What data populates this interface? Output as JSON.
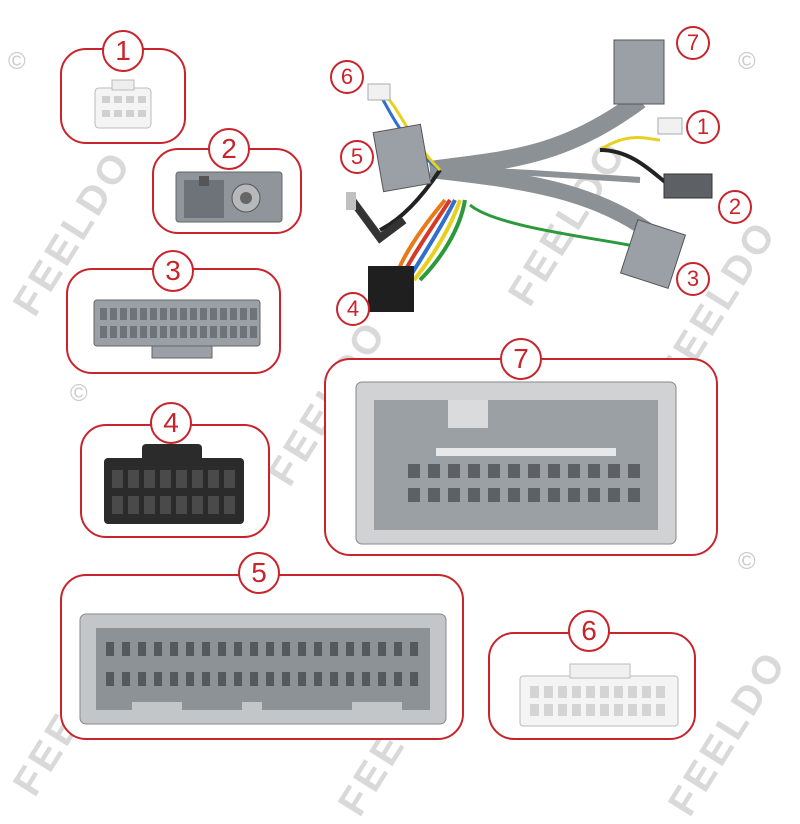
{
  "watermark": {
    "brand": "FEELDO",
    "copyright_symbol": "©"
  },
  "panels": [
    {
      "id": "panel-1",
      "number": "1",
      "name": "White 8-pin connector"
    },
    {
      "id": "panel-2",
      "number": "2",
      "name": "Grey antenna adapter connector"
    },
    {
      "id": "panel-3",
      "number": "3",
      "name": "Grey 32-pin connector"
    },
    {
      "id": "panel-4",
      "number": "4",
      "name": "Black 16-pin ISO-style plug"
    },
    {
      "id": "panel-5",
      "number": "5",
      "name": "Grey 40-pin connector"
    },
    {
      "id": "panel-6",
      "number": "6",
      "name": "White 20-pin connector"
    },
    {
      "id": "panel-7",
      "number": "7",
      "name": "Grey 24-pin connector"
    }
  ],
  "harness_labels": [
    "1",
    "2",
    "3",
    "4",
    "5",
    "6",
    "7"
  ],
  "colors": {
    "accent": "#c8242b",
    "connector_grey": "#9aa0a6",
    "connector_black": "#2b2b2b",
    "connector_white": "#f2f2f2"
  }
}
